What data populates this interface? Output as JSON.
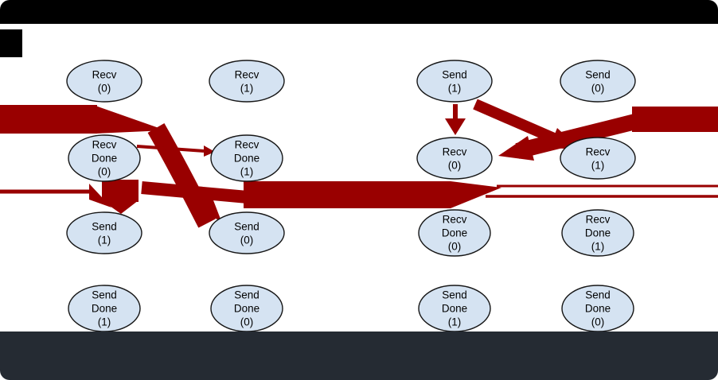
{
  "window": {
    "background_color": "#ffffff",
    "top_bar_color": "#000000",
    "bottom_bar_color": "#252b33",
    "left_mark_color": "#000000"
  },
  "diagram": {
    "colors": {
      "node_fill": "#d5e3f2",
      "node_stroke": "#161616",
      "label_color": "#000000",
      "edge_highlight": "#990000"
    },
    "nodes": [
      {
        "id": "recv-0-a",
        "col": 0,
        "row": 0,
        "lines": [
          "Recv",
          "(0)"
        ]
      },
      {
        "id": "recv-1-a",
        "col": 1,
        "row": 0,
        "lines": [
          "Recv",
          "(1)"
        ]
      },
      {
        "id": "send-1-b",
        "col": 2,
        "row": 0,
        "lines": [
          "Send",
          "(1)"
        ]
      },
      {
        "id": "send-0-b",
        "col": 3,
        "row": 0,
        "lines": [
          "Send",
          "(0)"
        ]
      },
      {
        "id": "recv-done-0-a",
        "col": 0,
        "row": 1,
        "lines": [
          "Recv",
          "Done",
          "(0)"
        ]
      },
      {
        "id": "recv-done-1-a",
        "col": 1,
        "row": 1,
        "lines": [
          "Recv",
          "Done",
          "(1)"
        ]
      },
      {
        "id": "recv-0-b",
        "col": 2,
        "row": 1,
        "lines": [
          "Recv",
          "(0)"
        ]
      },
      {
        "id": "recv-1-b",
        "col": 3,
        "row": 1,
        "lines": [
          "Recv",
          "(1)"
        ]
      },
      {
        "id": "send-1-a",
        "col": 0,
        "row": 2,
        "lines": [
          "Send",
          "(1)"
        ]
      },
      {
        "id": "send-0-a",
        "col": 1,
        "row": 2,
        "lines": [
          "Send",
          "(0)"
        ]
      },
      {
        "id": "recv-done-0-b",
        "col": 2,
        "row": 2,
        "lines": [
          "Recv",
          "Done",
          "(0)"
        ]
      },
      {
        "id": "recv-done-1-b",
        "col": 3,
        "row": 2,
        "lines": [
          "Recv",
          "Done",
          "(1)"
        ]
      },
      {
        "id": "send-done-1-a",
        "col": 0,
        "row": 3,
        "lines": [
          "Send",
          "Done",
          "(1)"
        ]
      },
      {
        "id": "send-done-0-a",
        "col": 1,
        "row": 3,
        "lines": [
          "Send",
          "Done",
          "(0)"
        ]
      },
      {
        "id": "send-done-1-b",
        "col": 2,
        "row": 3,
        "lines": [
          "Send",
          "Done",
          "(1)"
        ]
      },
      {
        "id": "send-done-0-b",
        "col": 3,
        "row": 3,
        "lines": [
          "Send",
          "Done",
          "(0)"
        ]
      }
    ],
    "edges": [
      {
        "id": "edge-left-offscreen-to-send-0-a",
        "from": "offscreen-left",
        "to": "send-0-a"
      },
      {
        "id": "edge-recv-done-0-a-to-send-1-a",
        "from": "recv-done-0-a",
        "to": "send-1-a"
      },
      {
        "id": "edge-left-offscreen-to-send-1-a",
        "from": "offscreen-left",
        "to": "send-1-a"
      },
      {
        "id": "edge-recv-done-0-a-to-recv-done-1-a",
        "from": "recv-done-0-a",
        "to": "recv-done-1-a"
      },
      {
        "id": "edge-recv-done-0-a-to-offscreen-right",
        "from": "recv-done-0-a",
        "to": "offscreen-right"
      },
      {
        "id": "edge-right-offscreen-to-recv-0-b",
        "from": "offscreen-right",
        "to": "recv-0-b"
      },
      {
        "id": "edge-send-1-b-to-recv-1-b",
        "from": "send-1-b",
        "to": "recv-1-b"
      },
      {
        "id": "edge-send-1-b-to-recv-0-b",
        "from": "send-1-b",
        "to": "recv-0-b"
      }
    ]
  }
}
